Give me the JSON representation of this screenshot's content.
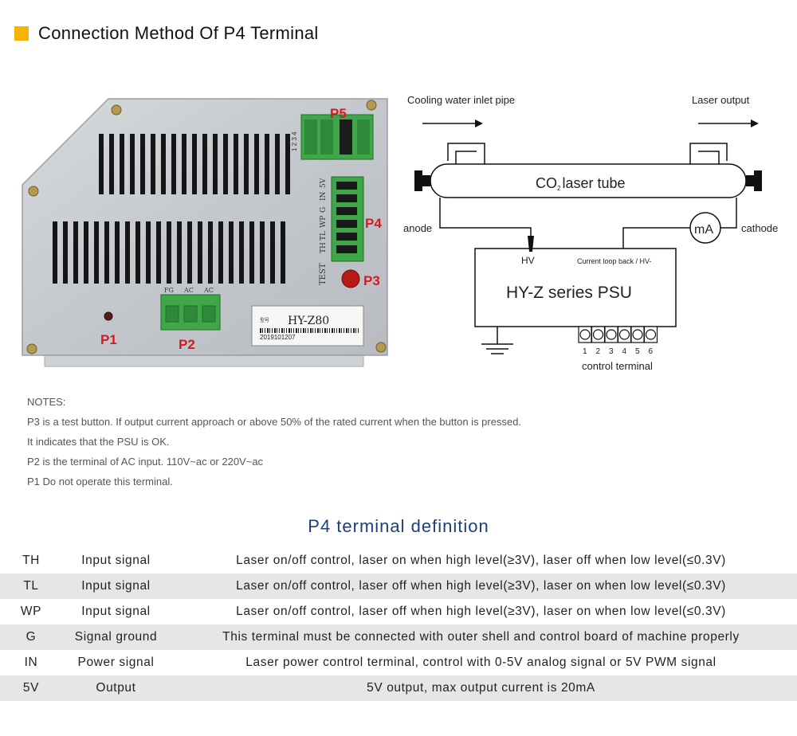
{
  "header": {
    "title": "Connection Method Of P4 Terminal"
  },
  "photo": {
    "labels": {
      "p1": "P1",
      "p2": "P2",
      "p3": "P3",
      "p4": "P4",
      "p5": "P5"
    },
    "p2_pins": [
      "FG",
      "AC",
      "AC"
    ],
    "p4_pins": [
      "5V",
      "IN",
      "G",
      "WP",
      "TL",
      "TH"
    ],
    "p5_pins": [
      "1",
      "2",
      "3",
      "4"
    ],
    "test_label": "TEST",
    "model": "HY-Z80",
    "model_small": "型号\nModel",
    "serial": "2019101207"
  },
  "diagram": {
    "cooling_label": "Cooling water inlet pipe",
    "output_label": "Laser output",
    "tube_label_prefix": "CO",
    "tube_label_sub": "2",
    "tube_label_suffix": "laser tube",
    "anode_label": "anode",
    "cathode_label": "cathode",
    "meter_label": "mA",
    "hv_label": "HV",
    "loop_label": "Current loop back / HV-",
    "psu_label": "HY-Z series PSU",
    "terminal_numbers": [
      "1",
      "2",
      "3",
      "4",
      "5",
      "6"
    ],
    "terminal_label": "control terminal"
  },
  "notes": {
    "heading": "NOTES:",
    "lines": [
      "P3 is a test button. If output current approach or above 50% of the rated current when the button is pressed.",
      "It indicates that the PSU is OK.",
      "P2 is the terminal of AC input. 110V~ac or 220V~ac",
      "P1 Do not operate this terminal."
    ]
  },
  "definition": {
    "title": "P4 terminal definition",
    "rows": [
      {
        "pin": "TH",
        "type": "Input signal",
        "desc": "Laser on/off control, laser on when high level(≥3V), laser off when low level(≤0.3V)"
      },
      {
        "pin": "TL",
        "type": "Input signal",
        "desc": "Laser on/off control, laser off when high level(≥3V), laser on when low level(≤0.3V)"
      },
      {
        "pin": "WP",
        "type": "Input signal",
        "desc": "Laser on/off control, laser off when high level(≥3V), laser on when low level(≤0.3V)"
      },
      {
        "pin": "G",
        "type": "Signal ground",
        "desc": "This terminal must be connected with outer shell and control board of machine properly"
      },
      {
        "pin": "IN",
        "type": "Power signal",
        "desc": "Laser power control terminal, control with 0-5V analog signal or 5V PWM signal"
      },
      {
        "pin": "5V",
        "type": "Output",
        "desc": "5V output, max output current is 20mA"
      }
    ]
  },
  "colors": {
    "accent": "#f4b400",
    "title_blue": "#1c3f7a",
    "label_red": "#d71920",
    "terminal_green": "#3fa64a"
  }
}
